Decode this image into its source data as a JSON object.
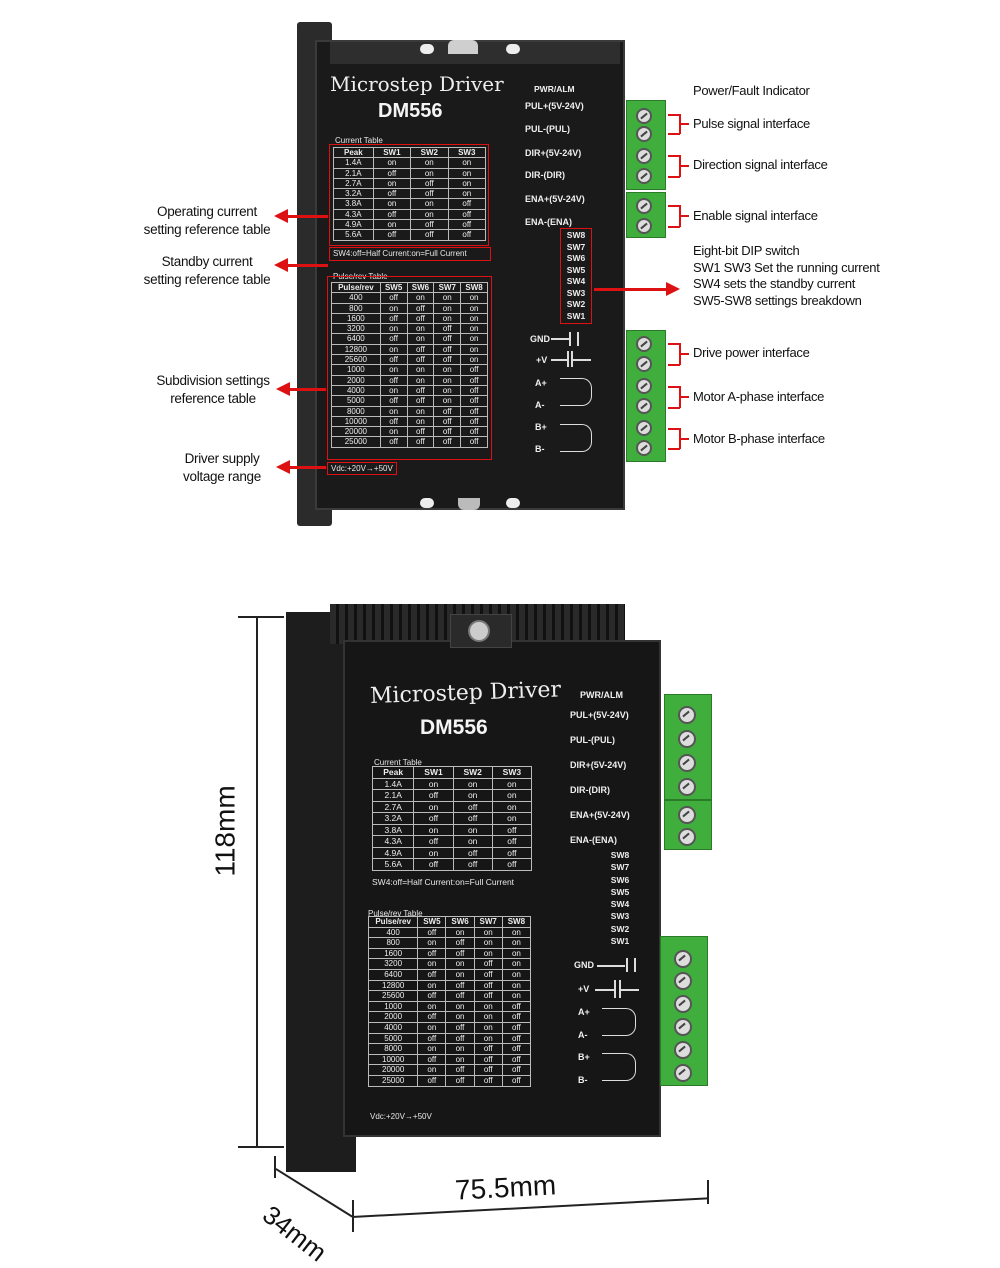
{
  "driver": {
    "title_line1": "Microstep  Driver",
    "model": "DM556",
    "current_table_title": "Current Table",
    "current_table": [
      [
        "Peak",
        "SW1",
        "SW2",
        "SW3"
      ],
      [
        "1.4A",
        "on",
        "on",
        "on"
      ],
      [
        "2.1A",
        "off",
        "on",
        "on"
      ],
      [
        "2.7A",
        "on",
        "off",
        "on"
      ],
      [
        "3.2A",
        "off",
        "off",
        "on"
      ],
      [
        "3.8A",
        "on",
        "on",
        "off"
      ],
      [
        "4.3A",
        "off",
        "on",
        "off"
      ],
      [
        "4.9A",
        "on",
        "off",
        "off"
      ],
      [
        "5.6A",
        "off",
        "off",
        "off"
      ]
    ],
    "sw4_note": "SW4:off=Half Current:on=Full Current",
    "pulse_table_title": "Pulse/rev Table",
    "pulse_table": [
      [
        "Pulse/rev",
        "SW5",
        "SW6",
        "SW7",
        "SW8"
      ],
      [
        "400",
        "off",
        "on",
        "on",
        "on"
      ],
      [
        "800",
        "on",
        "off",
        "on",
        "on"
      ],
      [
        "1600",
        "off",
        "off",
        "on",
        "on"
      ],
      [
        "3200",
        "on",
        "on",
        "off",
        "on"
      ],
      [
        "6400",
        "off",
        "on",
        "off",
        "on"
      ],
      [
        "12800",
        "on",
        "off",
        "off",
        "on"
      ],
      [
        "25600",
        "off",
        "off",
        "off",
        "on"
      ],
      [
        "1000",
        "on",
        "on",
        "on",
        "off"
      ],
      [
        "2000",
        "off",
        "on",
        "on",
        "off"
      ],
      [
        "4000",
        "on",
        "off",
        "on",
        "off"
      ],
      [
        "5000",
        "off",
        "off",
        "on",
        "off"
      ],
      [
        "8000",
        "on",
        "on",
        "off",
        "off"
      ],
      [
        "10000",
        "off",
        "on",
        "off",
        "off"
      ],
      [
        "20000",
        "on",
        "off",
        "off",
        "off"
      ],
      [
        "25000",
        "off",
        "off",
        "off",
        "off"
      ]
    ],
    "vdc": "Vdc:+20V→+50V",
    "pins_top": [
      "PWR/ALM",
      "PUL+(5V-24V)",
      "PUL-(PUL)",
      "DIR+(5V-24V)",
      "DIR-(DIR)",
      "ENA+(5V-24V)",
      "ENA-(ENA)"
    ],
    "dip": [
      "SW8",
      "SW7",
      "SW6",
      "SW5",
      "SW4",
      "SW3",
      "SW2",
      "SW1"
    ],
    "pins_bottom": [
      "GND",
      "+V",
      "A+",
      "A-",
      "B+",
      "B-"
    ]
  },
  "annotations": {
    "right": {
      "power_fault": "Power/Fault Indicator",
      "pulse": "Pulse signal interface",
      "direction": "Direction signal interface",
      "enable": "Enable signal interface",
      "dip_1": "Eight-bit DIP switch",
      "dip_2": "SW1 SW3 Set the running current",
      "dip_3": "SW4 sets the standby current",
      "dip_4": "SW5-SW8 settings breakdown",
      "drive_power": "Drive power interface",
      "motor_a": "Motor A-phase interface",
      "motor_b": "Motor B-phase interface"
    },
    "left": {
      "operating_1": "Operating current",
      "operating_2": "setting reference table",
      "standby_1": "Standby current",
      "standby_2": "setting reference table",
      "subdivision_1": "Subdivision settings",
      "subdivision_2": "reference table",
      "supply_1": "Driver supply",
      "supply_2": "voltage range"
    }
  },
  "dimensions": {
    "height": "118mm",
    "width": "75.5mm",
    "depth": "34mm"
  },
  "colors": {
    "callout_red": "#d11111",
    "terminal_green": "#3fae3c",
    "housing": "#1a1a1a"
  }
}
